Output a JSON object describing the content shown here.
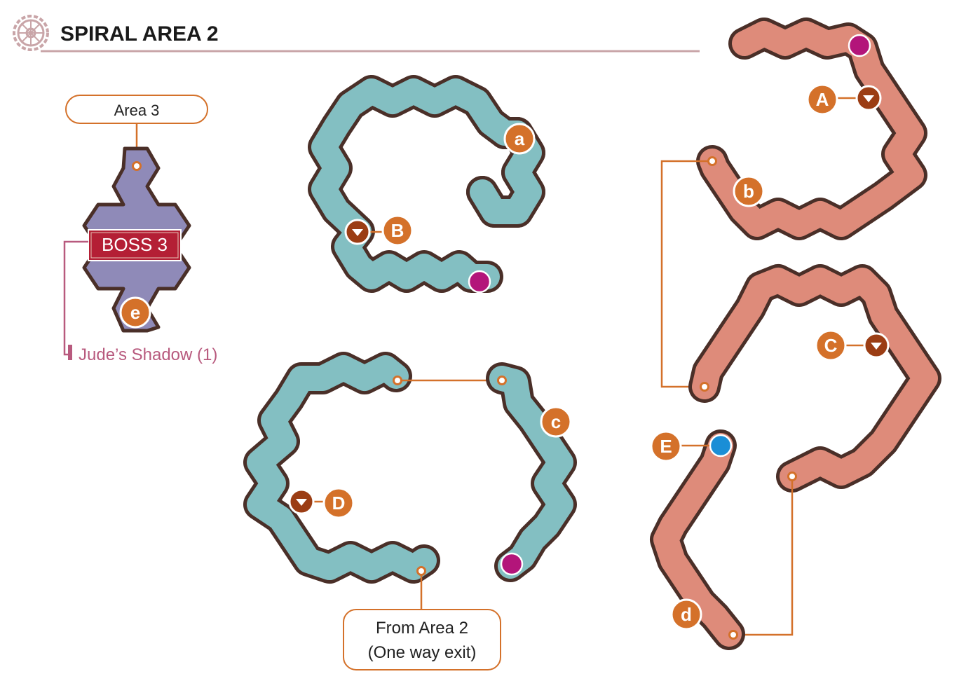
{
  "header": {
    "title": "SPIRAL AREA 2"
  },
  "colors": {
    "teal_path": "#83bfc2",
    "salmon_path": "#de8b7a",
    "boss_room": "#8f8ab8",
    "outline": "#4a2f28",
    "marker_orange": "#d4712a",
    "marker_dark": "#9b3d14",
    "magenta_dot": "#b3157a",
    "blue_dot": "#1a8ed6",
    "boss_red": "#b41f35",
    "shadow_pink": "#b85a7e",
    "rule_line": "#c9a5a8"
  },
  "boss": {
    "label": "BOSS 3",
    "drop": "Jude’s Shadow (1)"
  },
  "callouts": {
    "area3": "Area 3",
    "from_area2_line1": "From Area 2",
    "from_area2_line2": "(One way exit)"
  },
  "markers": {
    "a": "a",
    "b": "b",
    "c": "c",
    "d": "d",
    "e": "e",
    "A": "A",
    "B": "B",
    "C": "C",
    "D": "D",
    "E": "E"
  }
}
